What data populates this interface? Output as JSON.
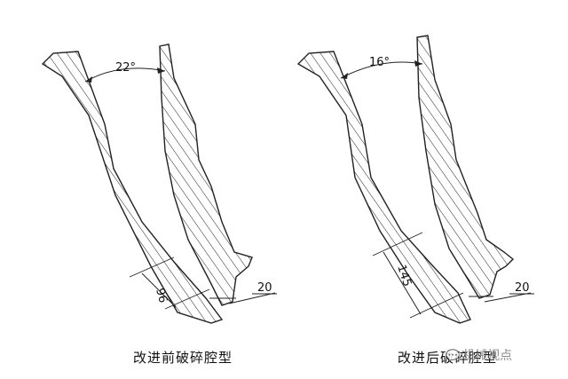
{
  "left": {
    "angle_label": "22°",
    "height_label": "96",
    "gap_label": "20",
    "caption": "改进前破碎腔型"
  },
  "right": {
    "angle_label": "16°",
    "height_label": "145",
    "gap_label": "20",
    "caption": "改进后破碎腔型"
  },
  "watermark": {
    "text": "机械视点",
    "icon": "chat-bubble-icon"
  }
}
